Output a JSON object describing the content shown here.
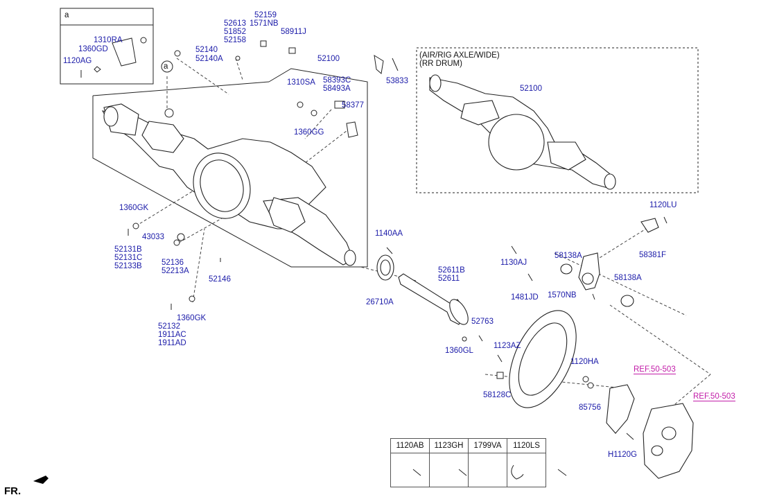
{
  "variant_box": {
    "marker": "a",
    "parts": [
      "1310RA",
      "1360GD",
      "1120AG"
    ]
  },
  "callouts": {
    "c52159": "52159",
    "c52613_stack": [
      "52613",
      "51852",
      "52158"
    ],
    "c1571NB": "1571NB",
    "c58911J": "58911J",
    "c52140": "52140",
    "c52140A": "52140A",
    "c52100_main": "52100",
    "a_marker_main": "a",
    "c1310SA": "1310SA",
    "c58393C": "58393C",
    "c58493A": "58493A",
    "c58377": "58377",
    "c1360GG": "1360GG",
    "c53833": "53833",
    "c1360GK_1": "1360GK",
    "c43033": "43033",
    "c52131_stack": [
      "52131B",
      "52131C",
      "52133B"
    ],
    "c52136_stack": [
      "52136",
      "52213A"
    ],
    "c52146": "52146",
    "c1140AA": "1140AA",
    "c26710A": "26710A",
    "c52611_stack": [
      "52611B",
      "52611"
    ],
    "c52763": "52763",
    "c1360GL": "1360GL",
    "c1360GK_2": "1360GK",
    "c52132_stack": [
      "52132",
      "1911AC",
      "1911AD"
    ],
    "c1120LU": "1120LU",
    "c58381F": "58381F",
    "c1130AJ": "1130AJ",
    "c58138A_1": "58138A",
    "c58138A_2": "58138A",
    "c1481JD": "1481JD",
    "c1570NB": "1570NB",
    "c1123AZ": "1123AZ",
    "c1120HA": "1120HA",
    "c58128C": "58128C",
    "c85756": "85756",
    "ref_1": "REF.50-503",
    "ref_2": "REF.50-503",
    "cH1120G": "H1120G"
  },
  "variant_panel": {
    "title": [
      "(AIR/RIG AXLE/WIDE)",
      "(RR DRUM)"
    ],
    "part": "52100"
  },
  "parts_table": {
    "headers": [
      "1120AB",
      "1123GH",
      "1799VA",
      "1120LS"
    ]
  },
  "direction": {
    "label": "FR."
  }
}
